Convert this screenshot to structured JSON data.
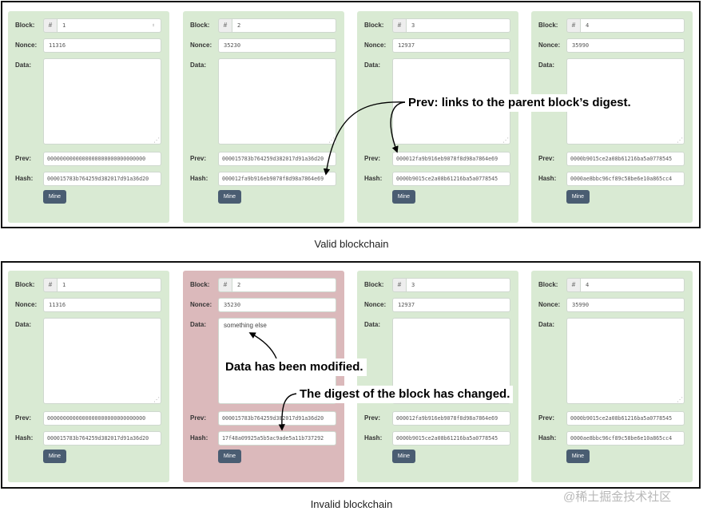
{
  "labels": {
    "block": "Block:",
    "nonce": "Nonce:",
    "data": "Data:",
    "prev": "Prev:",
    "hash": "Hash:",
    "mine": "Mine",
    "hash_symbol": "#"
  },
  "valid": {
    "caption": "Valid blockchain",
    "blocks": [
      {
        "number": "1",
        "nonce": "11316",
        "data": "",
        "prev": "0000000000000000000000000000000",
        "hash": "000015783b764259d382017d91a36d20"
      },
      {
        "number": "2",
        "nonce": "35230",
        "data": "",
        "prev": "000015783b764259d382017d91a36d20",
        "hash": "000012fa9b916eb9078f8d98a7864e69"
      },
      {
        "number": "3",
        "nonce": "12937",
        "data": "",
        "prev": "000012fa9b916eb9078f8d98a7864e69",
        "hash": "0000b9015ce2a08b61216ba5a0778545"
      },
      {
        "number": "4",
        "nonce": "35990",
        "data": "",
        "prev": "0000b9015ce2a08b61216ba5a0778545",
        "hash": "0000ae8bbc96cf89c58be6e10a865cc4"
      }
    ]
  },
  "invalid": {
    "caption": "Invalid blockchain",
    "blocks": [
      {
        "number": "1",
        "nonce": "11316",
        "data": "",
        "prev": "0000000000000000000000000000000",
        "hash": "000015783b764259d382017d91a36d20"
      },
      {
        "number": "2",
        "nonce": "35230",
        "data": "something else",
        "prev": "000015783b764259d382017d91a36d20",
        "hash": "17f48a09925a5b5ac9ade5a11b737292"
      },
      {
        "number": "3",
        "nonce": "12937",
        "data": "",
        "prev": "000012fa9b916eb9078f8d98a7864e69",
        "hash": "0000b9015ce2a08b61216ba5a0778545"
      },
      {
        "number": "4",
        "nonce": "35990",
        "data": "",
        "prev": "0000b9015ce2a08b61216ba5a0778545",
        "hash": "0000ae8bbc96cf89c58be6e10a865cc4"
      }
    ]
  },
  "annotations": {
    "prev_links": "Prev: links to the parent block’s digest.",
    "data_modified": "Data has been modified.",
    "digest_changed": "The digest of the block has changed."
  },
  "watermark": "@稀土掘金技术社区",
  "colors": {
    "valid_block": "#d9ead3",
    "invalid_block": "#dbb9bb",
    "mine_button": "#4a5d72"
  }
}
